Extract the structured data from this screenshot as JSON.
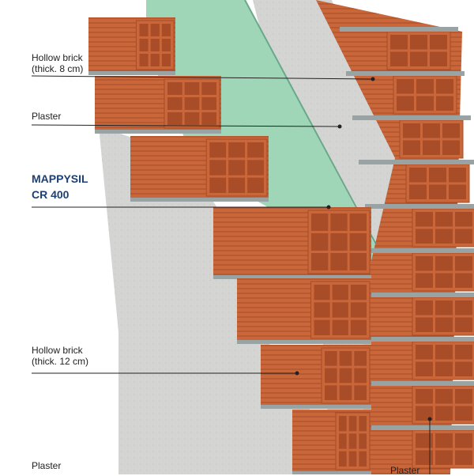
{
  "labels": {
    "hollow_brick_8": {
      "line1": "Hollow brick",
      "line2": "(thick. 8 cm)"
    },
    "plaster_top": "Plaster",
    "product": {
      "line1": "MAPPYSIL",
      "line2": "CR 400"
    },
    "hollow_brick_12": {
      "line1": "Hollow brick",
      "line2": "(thick. 12 cm)"
    },
    "plaster_bottom_left": "Plaster",
    "plaster_bottom_right": "Plaster"
  },
  "colors": {
    "brick": "#c9663a",
    "brick_dark": "#a84d28",
    "brick_light": "#dd8a5c",
    "mortar": "#9aa3a3",
    "plaster": "#d4d5d3",
    "membrane": "#9fd6b8",
    "brand_text": "#1d3f74"
  }
}
